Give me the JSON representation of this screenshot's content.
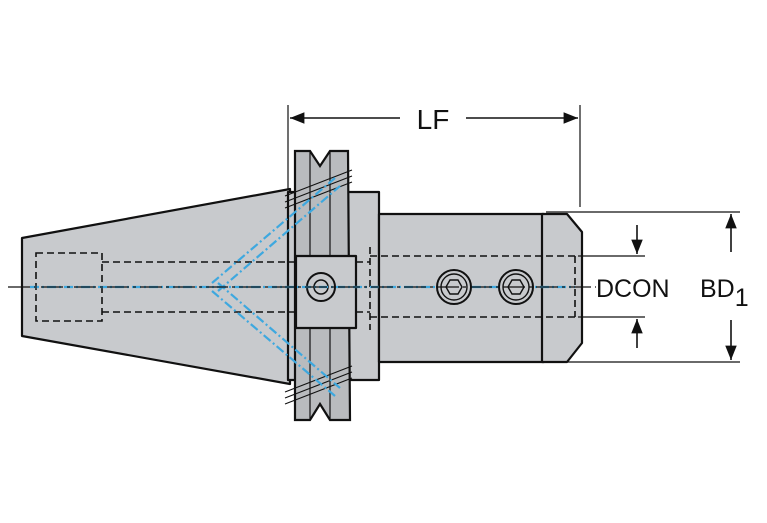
{
  "labels": {
    "lf": "LF",
    "dcon": "DCON",
    "bd": "BD",
    "bd_subscript": "1"
  },
  "colors": {
    "body_fill": "#c8cacd",
    "outline": "#111111",
    "coolant": "#3ea8df",
    "background": "#ffffff"
  }
}
